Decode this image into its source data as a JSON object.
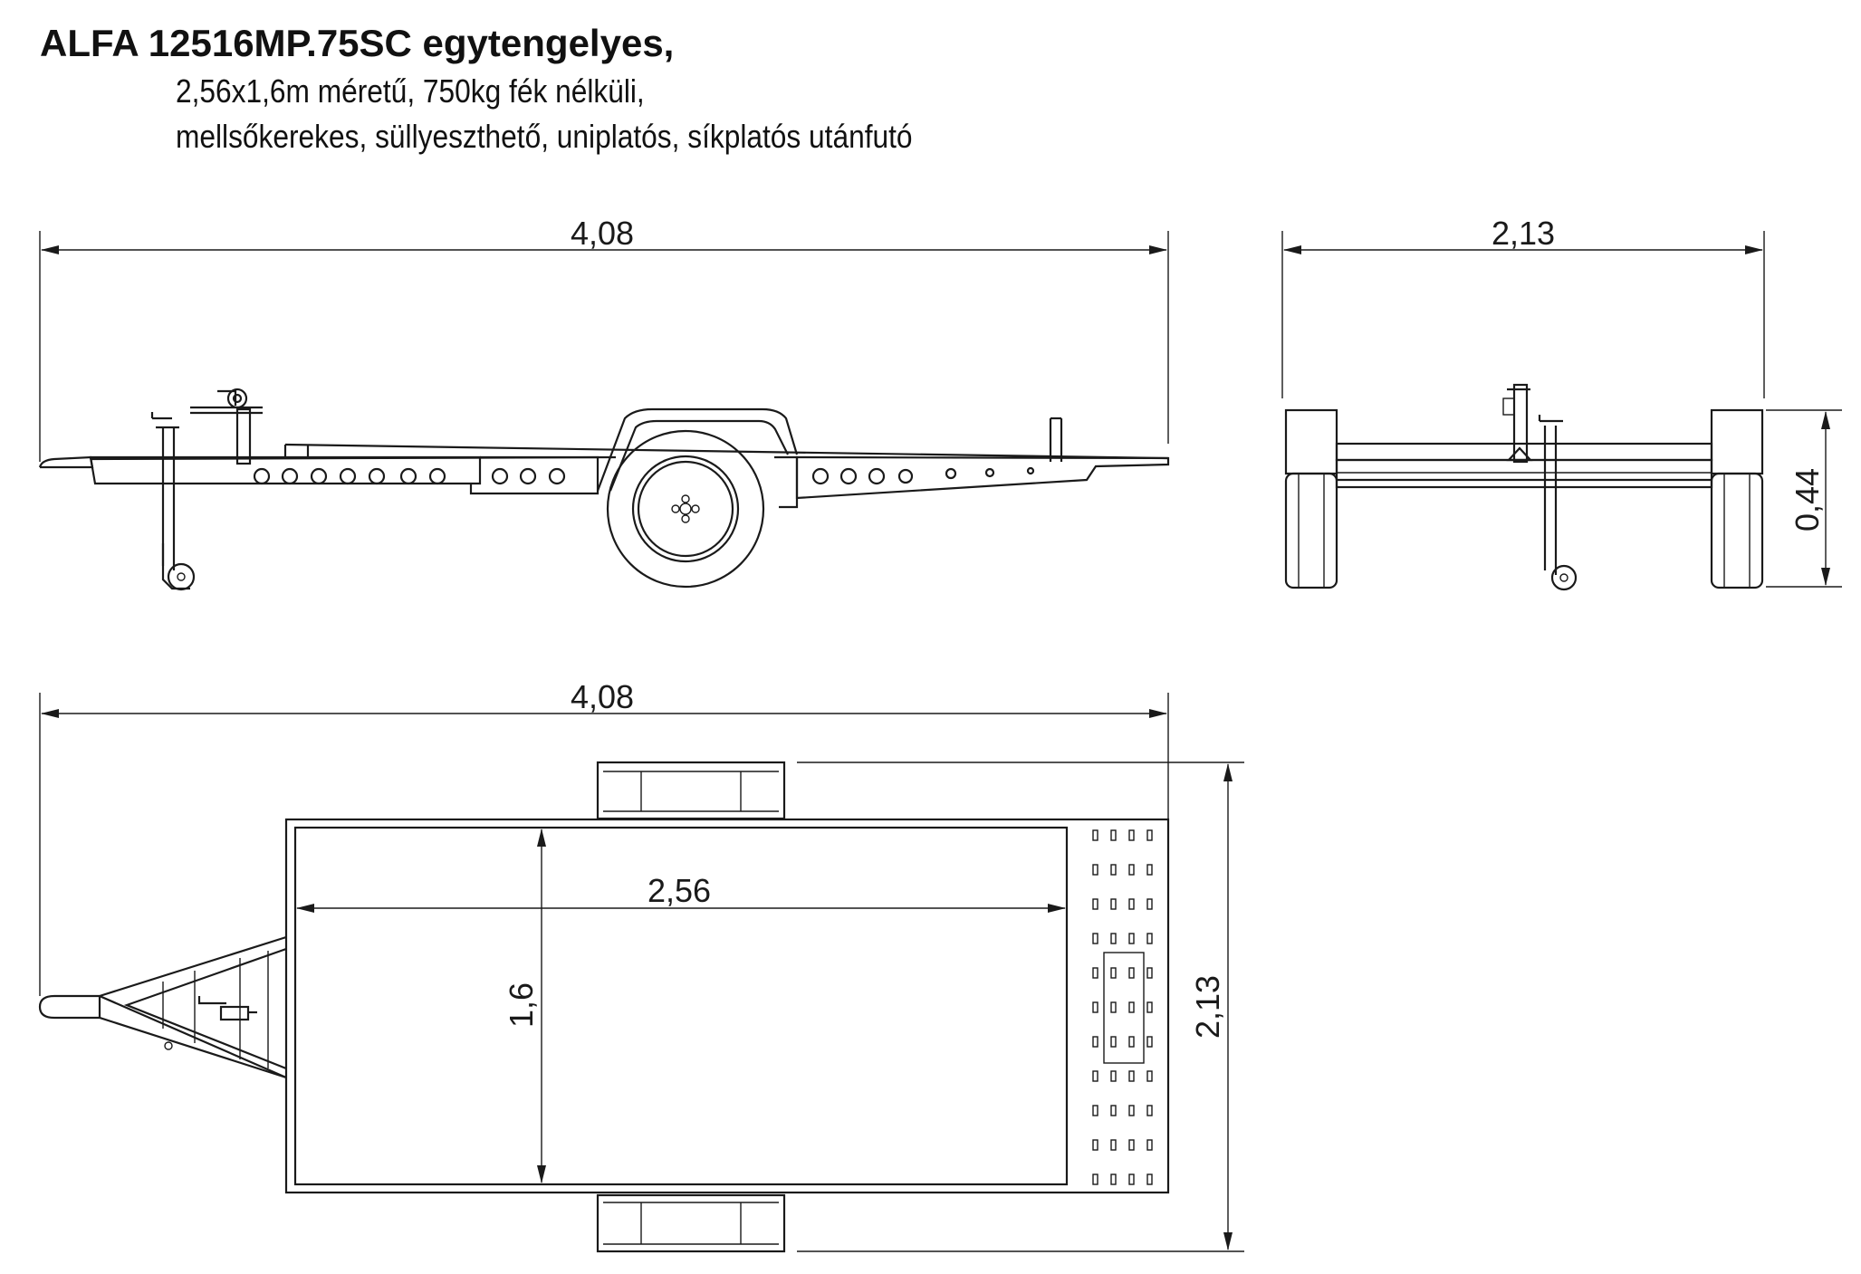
{
  "title": {
    "main": "ALFA 12516MP.75SC egytengelyes,",
    "line2": "2,56x1,6m méretű, 750kg fék nélküli,",
    "line3": "mellsőkerekes, süllyeszthető, uniplatós, síkplatós utánfutó"
  },
  "dimensions": {
    "side_length": "4,08",
    "rear_width": "2,13",
    "rear_height": "0,44",
    "top_length": "4,08",
    "platform_length": "2,56",
    "platform_width": "1,6",
    "top_width": "2,13"
  }
}
